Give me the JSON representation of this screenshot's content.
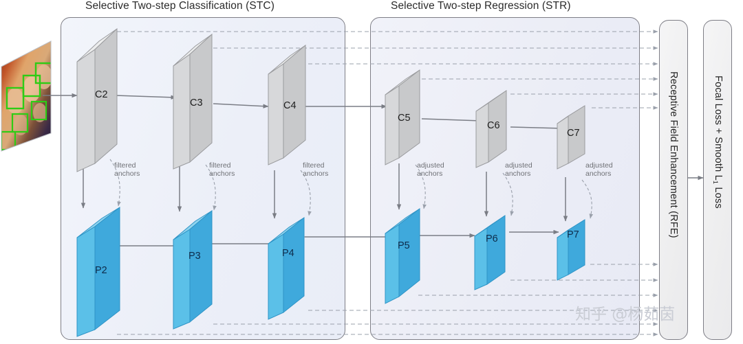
{
  "groups": {
    "stc": {
      "title": "Selective Two-step Classification (STC)"
    },
    "str": {
      "title": "Selective Two-step Regression (STR)"
    }
  },
  "side_panels": [
    {
      "id": "rfe",
      "label": "Receptive Field Enhancement (RFE)"
    },
    {
      "id": "loss",
      "label_pre": "Focal Loss  +  Smooth L",
      "label_sub": "1",
      "label_post": " Loss"
    }
  ],
  "backbone_blocks": [
    {
      "id": "c2",
      "label": "C2"
    },
    {
      "id": "c3",
      "label": "C3"
    },
    {
      "id": "c4",
      "label": "C4"
    },
    {
      "id": "c5",
      "label": "C5"
    },
    {
      "id": "c6",
      "label": "C6"
    },
    {
      "id": "c7",
      "label": "C7"
    }
  ],
  "pyramid_blocks": [
    {
      "id": "p2",
      "label": "P2"
    },
    {
      "id": "p3",
      "label": "P3"
    },
    {
      "id": "p4",
      "label": "P4"
    },
    {
      "id": "p5",
      "label": "P5"
    },
    {
      "id": "p6",
      "label": "P6"
    },
    {
      "id": "p7",
      "label": "P7"
    }
  ],
  "annotations": [
    {
      "id": "a1",
      "line1": "filtered",
      "line2": "anchors"
    },
    {
      "id": "a2",
      "line1": "filtered",
      "line2": "anchors"
    },
    {
      "id": "a3",
      "line1": "filtered",
      "line2": "anchors"
    },
    {
      "id": "a4",
      "line1": "adjusted",
      "line2": "anchors"
    },
    {
      "id": "a5",
      "line1": "adjusted",
      "line2": "anchors"
    },
    {
      "id": "a6",
      "line1": "adjusted",
      "line2": "anchors"
    }
  ],
  "input": {
    "alt": "input-face-image"
  },
  "watermark": {
    "text": "知乎 @杨茹茵"
  },
  "colors": {
    "block_gray_front": "#c8c9cb",
    "block_gray_side": "#d7d8da",
    "block_gray_top": "#e8e9ea",
    "block_blue_front": "#3fa9dc",
    "block_blue_side": "#5bc0e8",
    "block_blue_top": "#8fd4ef",
    "arrow": "#7a7d85",
    "dashed": "#9aa0ab",
    "panel_border": "#7d7d85",
    "detection_box": "#2ecc15"
  }
}
